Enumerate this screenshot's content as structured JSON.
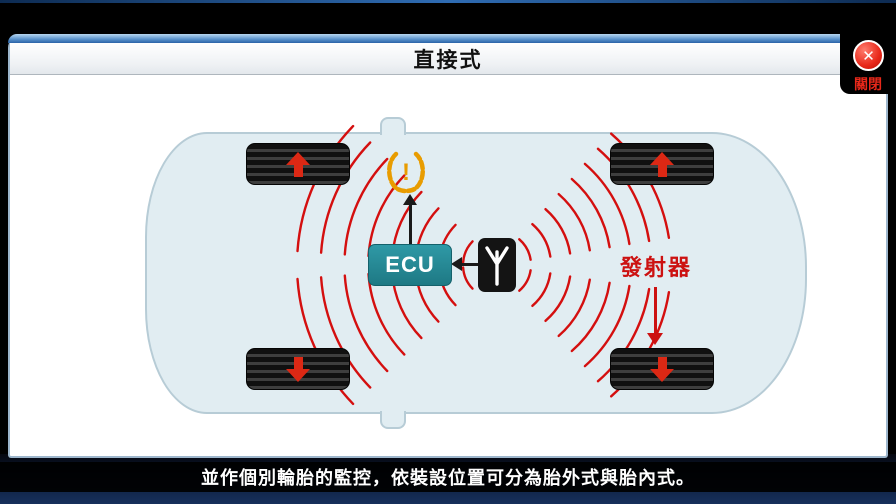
{
  "window": {
    "title": "直接式",
    "close": {
      "icon": "✕",
      "label": "關閉"
    }
  },
  "diagram": {
    "ecu_label": "ECU",
    "transmitter_label": "發射器",
    "tpms_warning": "!"
  },
  "caption": {
    "text": "並作個別輪胎的監控，依裝設位置可分為胎外式與胎內式。"
  },
  "colors": {
    "signal_red": "#d40f0f",
    "sensor_red": "#dc2814",
    "ecu_teal": "#2a8a96",
    "warning_amber": "#e89c00",
    "car_body_fill": "#e1edf2",
    "header_blue": "#2a63a8",
    "close_red": "#e8281a"
  }
}
